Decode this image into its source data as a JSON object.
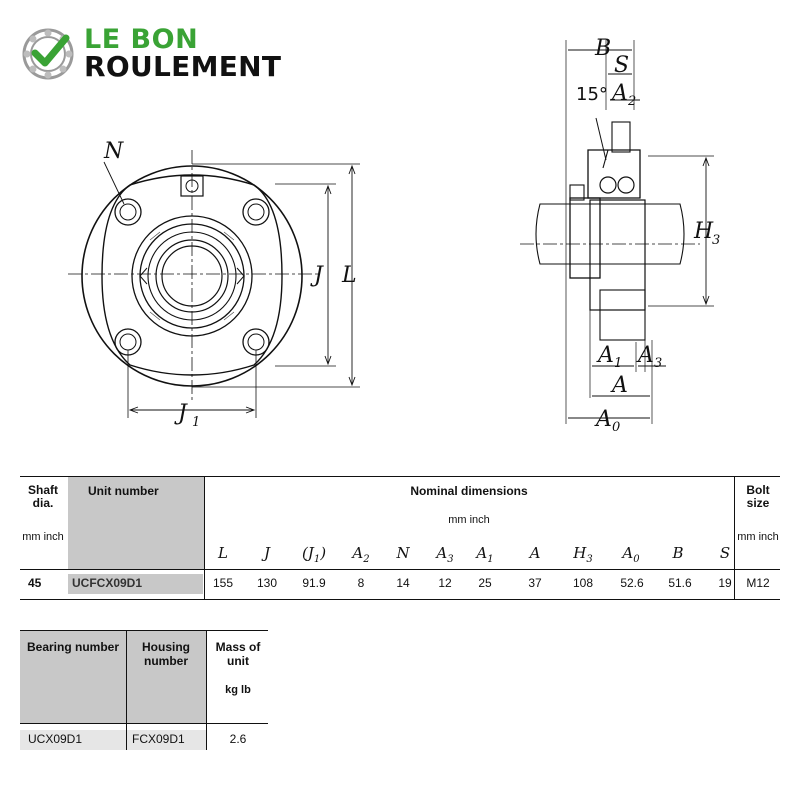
{
  "logo": {
    "line1": "LE BON",
    "line2": "ROULEMENT"
  },
  "drawing": {
    "labels": {
      "N": "N",
      "J": "J",
      "L": "L",
      "J1": "J",
      "J1_sub": "1",
      "B": "B",
      "S": "S",
      "angle": "15°",
      "A2": "A",
      "A2_sub": "2",
      "H3": "H",
      "H3_sub": "3",
      "A1": "A",
      "A1_sub": "1",
      "A3": "A",
      "A3_sub": "3",
      "A": "A",
      "A0": "A",
      "A0_sub": "0"
    }
  },
  "table1": {
    "shaft_header": "Shaft dia.",
    "shaft_units": "mm inch",
    "unit_header": "Unit number",
    "nominal_header": "Nominal dimensions",
    "nominal_units": "mm  inch",
    "bolt_header": "Bolt size",
    "bolt_units": "mm inch",
    "columns": [
      {
        "sym": "L",
        "sub": ""
      },
      {
        "sym": "J",
        "sub": ""
      },
      {
        "sym": "(J",
        "sub": "1",
        "tail": ")"
      },
      {
        "sym": "A",
        "sub": "2"
      },
      {
        "sym": "N",
        "sub": ""
      },
      {
        "sym": "A",
        "sub": "3"
      },
      {
        "sym": "A",
        "sub": "1"
      },
      {
        "sym": "A",
        "sub": ""
      },
      {
        "sym": "H",
        "sub": "3"
      },
      {
        "sym": "A",
        "sub": "0"
      },
      {
        "sym": "B",
        "sub": ""
      },
      {
        "sym": "S",
        "sub": ""
      }
    ],
    "row": {
      "shaft": "45",
      "unit": "UCFCX09D1",
      "values": [
        "155",
        "130",
        "91.9",
        "8",
        "14",
        "12",
        "25",
        "37",
        "108",
        "52.6",
        "51.6",
        "19"
      ],
      "bolt": "M12"
    }
  },
  "table2": {
    "bearing_header": "Bearing number",
    "housing_header": "Housing number",
    "mass_header": "Mass of unit",
    "mass_units": "kg  lb",
    "row": {
      "bearing": "UCX09D1",
      "housing": "FCX09D1",
      "mass": "2.6"
    }
  },
  "colors": {
    "brand_green": "#3aa335",
    "header_gray": "#c8c8c8",
    "line": "#111111"
  }
}
